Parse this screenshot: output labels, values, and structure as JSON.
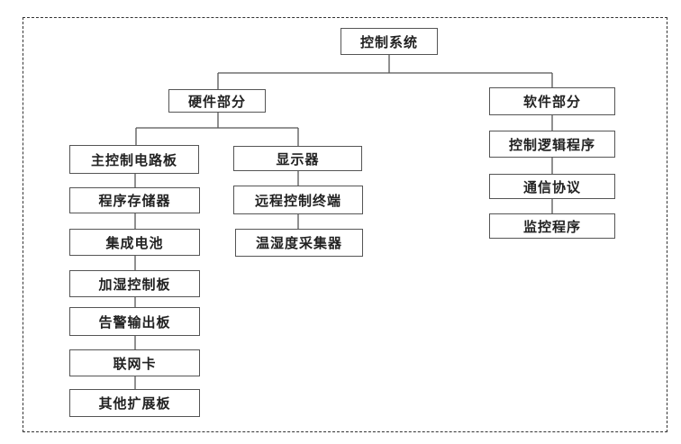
{
  "root": {
    "label": "控制系统"
  },
  "hardware": {
    "label": "硬件部分",
    "left_column": [
      "主控制电路板",
      "程序存储器",
      "集成电池",
      "加湿控制板",
      "告警输出板",
      "联网卡",
      "其他扩展板"
    ],
    "right_column": [
      "显示器",
      "远程控制终端",
      "温湿度采集器"
    ]
  },
  "software": {
    "label": "软件部分",
    "children": [
      "控制逻辑程序",
      "通信协议",
      "监控程序"
    ]
  },
  "colors": {
    "line": "#555555",
    "text": "#222222"
  }
}
